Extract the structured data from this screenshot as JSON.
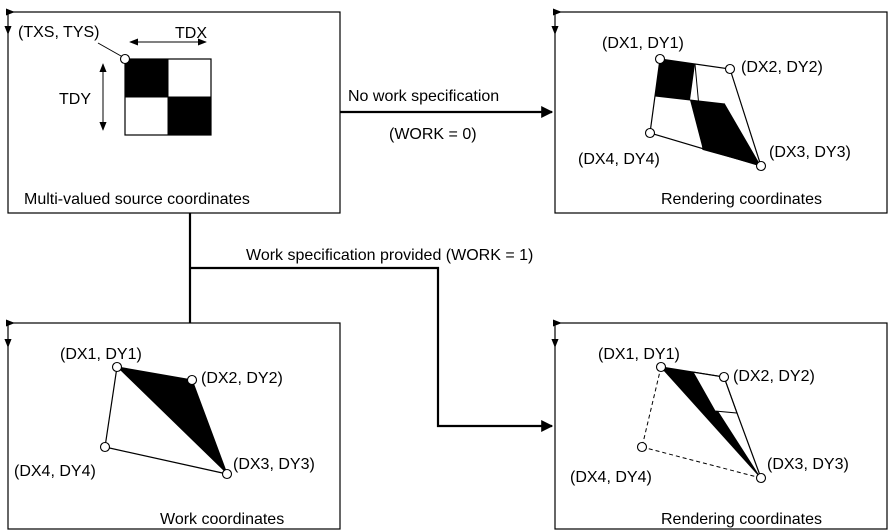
{
  "panels": {
    "source": {
      "caption": "Multi-valued source coordinates",
      "origin_label": "(TXS, TYS)",
      "width_label": "TDX",
      "height_label": "TDY"
    },
    "render_direct": {
      "caption": "Rendering coordinates",
      "p1": "(DX1, DY1)",
      "p2": "(DX2, DY2)",
      "p3": "(DX3, DY3)",
      "p4": "(DX4, DY4)"
    },
    "work": {
      "caption": "Work coordinates",
      "p1": "(DX1, DY1)",
      "p2": "(DX2, DY2)",
      "p3": "(DX3, DY3)",
      "p4": "(DX4, DY4)"
    },
    "render_work": {
      "caption": "Rendering coordinates",
      "p1": "(DX1, DY1)",
      "p2": "(DX2, DY2)",
      "p3": "(DX3, DY3)",
      "p4": "(DX4, DY4)"
    }
  },
  "flows": {
    "no_work": {
      "line1": "No work specification",
      "line2": "(WORK = 0)"
    },
    "work": {
      "label": "Work specification provided (WORK = 1)"
    }
  }
}
